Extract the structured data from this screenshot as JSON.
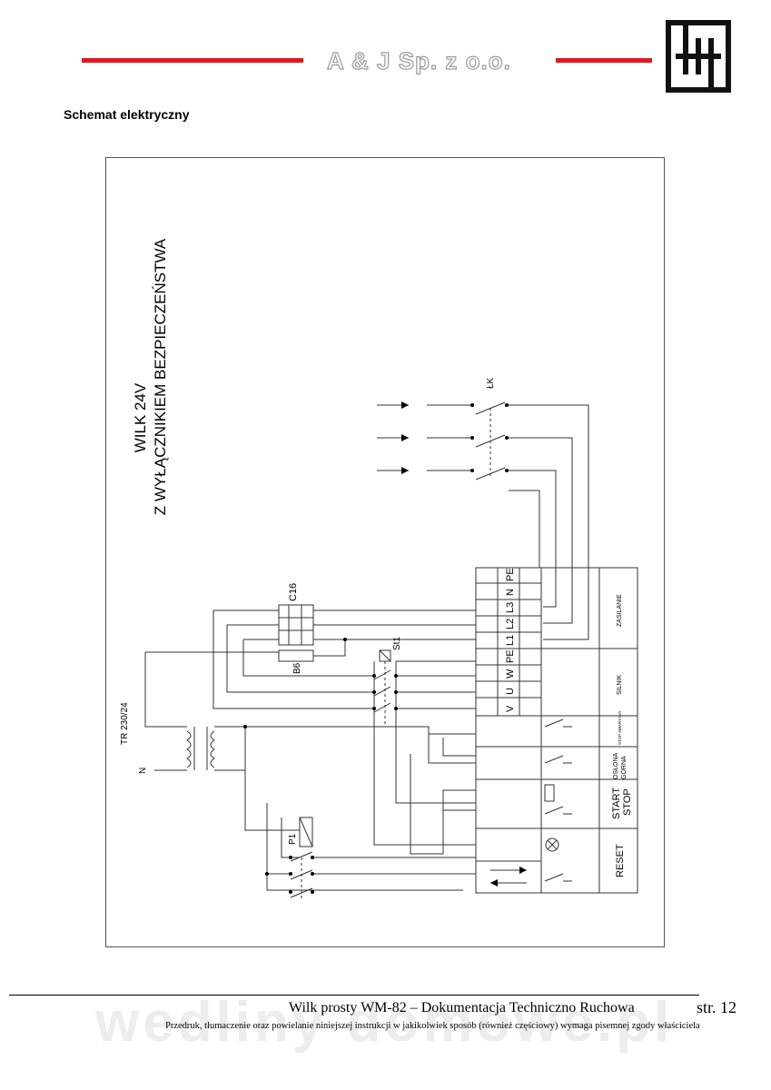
{
  "header": {
    "company": "A & J Sp. z o.o.",
    "accent_color": "#e0161d"
  },
  "section_title": "Schemat elektryczny",
  "diagram": {
    "title_line1": "WILK 24V",
    "title_line2": "Z WYŁĄCZNIKIEM BEZPIECZEŃSTWA",
    "lk": "ŁK",
    "c16": "C16",
    "b6": "B6",
    "st1": "St1",
    "tr": "TR 230/24",
    "n": "N",
    "p1": "P1",
    "terminals": {
      "pe1": "PE",
      "n": "N",
      "l3": "L3",
      "l2": "L2",
      "l1": "L1",
      "pe2": "PE",
      "w": "W",
      "u": "U",
      "v": "V"
    },
    "sections": {
      "zasilanie": "ZASILANIE",
      "silnik": "SILNIK",
      "stop_awaryjny": "STOP AWARYJNY",
      "oslona_line1": "OSŁONA",
      "oslona_line2": "GÓRNA",
      "start": "START",
      "stop": "STOP",
      "reset": "RESET"
    }
  },
  "footer": {
    "title": "Wilk prosty WM-82  – Dokumentacja Techniczno Ruchowa",
    "page": "str. 12",
    "note": "Przedruk, tłumaczenie oraz powielanie niniejszej instrukcji w jakikolwiek sposób (również częściowy) wymaga pisemnej zgody właściciela",
    "watermark": "wedliny domowe.pl"
  }
}
